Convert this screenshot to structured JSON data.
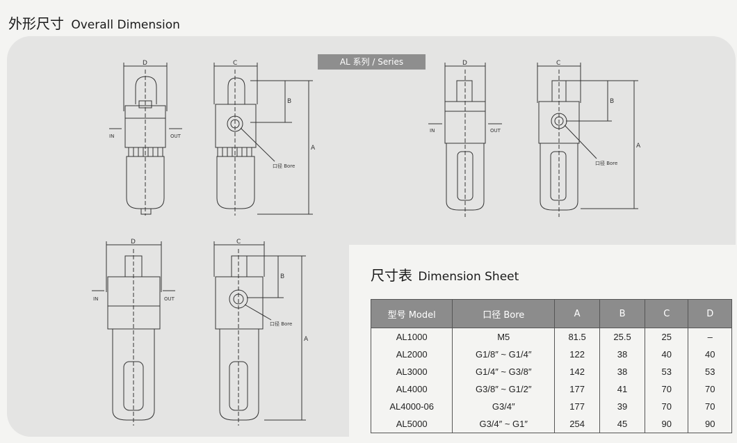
{
  "heading": {
    "cn": "外形尺寸",
    "en": "Overall Dimension"
  },
  "series_label": "AL 系列 / Series",
  "drawing_labels": {
    "D": "D",
    "C": "C",
    "B": "B",
    "A": "A",
    "in": "IN",
    "out": "OUT",
    "bore": "口径 Bore"
  },
  "sheet_title": {
    "cn": "尺寸表",
    "en": "Dimension Sheet"
  },
  "table": {
    "headers": [
      "型号 Model",
      "口径 Bore",
      "A",
      "B",
      "C",
      "D"
    ],
    "rows": [
      [
        "AL1000",
        "M5",
        "81.5",
        "25.5",
        "25",
        "–"
      ],
      [
        "AL2000",
        "G1/8″ ~ G1/4″",
        "122",
        "38",
        "40",
        "40"
      ],
      [
        "AL3000",
        "G1/4″ ~ G3/8″",
        "142",
        "38",
        "53",
        "53"
      ],
      [
        "AL4000",
        "G3/8″ ~ G1/2″",
        "177",
        "41",
        "70",
        "70"
      ],
      [
        "AL4000-06",
        "G3/4″",
        "177",
        "39",
        "70",
        "70"
      ],
      [
        "AL5000",
        "G3/4″ ~ G1″",
        "254",
        "45",
        "90",
        "90"
      ]
    ]
  }
}
